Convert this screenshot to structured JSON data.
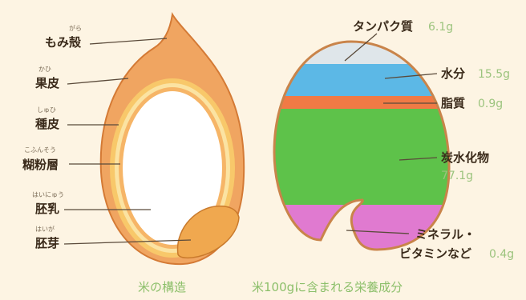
{
  "rice_structure": {
    "title": "米の構造",
    "parts": [
      {
        "label": "もみ殻",
        "ruby": "がら"
      },
      {
        "label": "果皮",
        "ruby": "かひ"
      },
      {
        "label": "種皮",
        "ruby": "しゅひ"
      },
      {
        "label": "糊粉層",
        "ruby": "こふんそう"
      },
      {
        "label": "胚乳",
        "ruby": "はいにゅう"
      },
      {
        "label": "胚芽",
        "ruby": "はいが"
      }
    ]
  },
  "nutrition": {
    "title": "米100gに含まれる栄養成分",
    "components": [
      {
        "label": "タンパク質",
        "value": "6.1g",
        "color": "#a8a8a8"
      },
      {
        "label": "水分",
        "value": "15.5g",
        "color": "#5cb8e6"
      },
      {
        "label": "脂質",
        "value": "0.9g",
        "color": "#f07a45"
      },
      {
        "label": "炭水化物",
        "value": "77.1g",
        "color": "#5ec24a"
      },
      {
        "label": "ミネラル・",
        "label2": "ビタミンなど",
        "value": "0.4g",
        "color": "#e07ad0"
      }
    ]
  }
}
